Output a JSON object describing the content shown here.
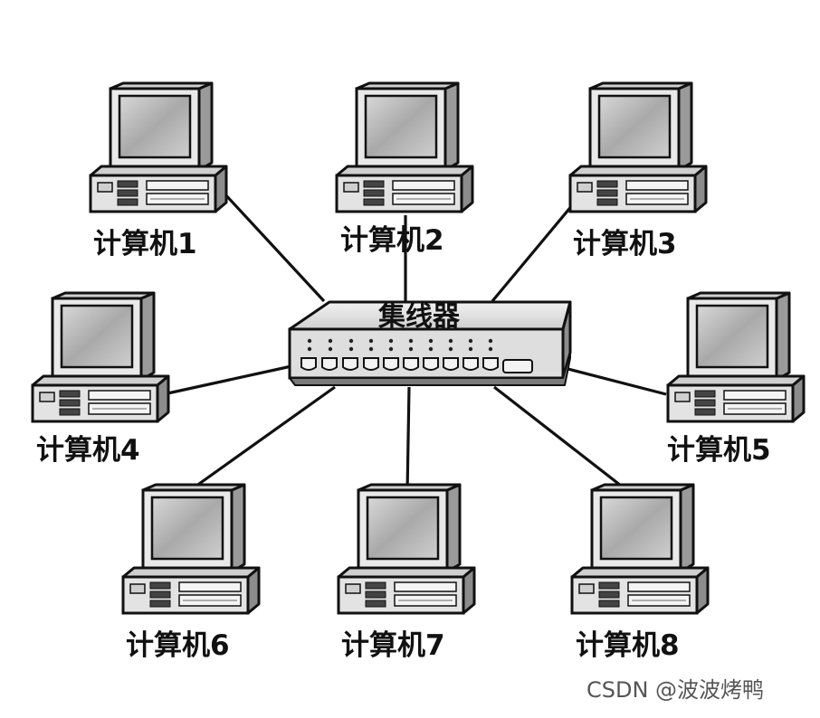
{
  "hub": {
    "label": "集线器",
    "port_count": 10
  },
  "computers": [
    {
      "id": "pc1",
      "label": "计算机1"
    },
    {
      "id": "pc2",
      "label": "计算机2"
    },
    {
      "id": "pc3",
      "label": "计算机3"
    },
    {
      "id": "pc4",
      "label": "计算机4"
    },
    {
      "id": "pc5",
      "label": "计算机5"
    },
    {
      "id": "pc6",
      "label": "计算机6"
    },
    {
      "id": "pc7",
      "label": "计算机7"
    },
    {
      "id": "pc8",
      "label": "计算机8"
    }
  ],
  "watermark": "CSDN @波波烤鸭",
  "colors": {
    "line": "#111111",
    "device_body": "#e6e6e6",
    "screen": "#bdbdbd",
    "outline": "#111111"
  },
  "icons": {
    "computer": "desktop-computer-icon",
    "hub": "network-hub-icon"
  }
}
